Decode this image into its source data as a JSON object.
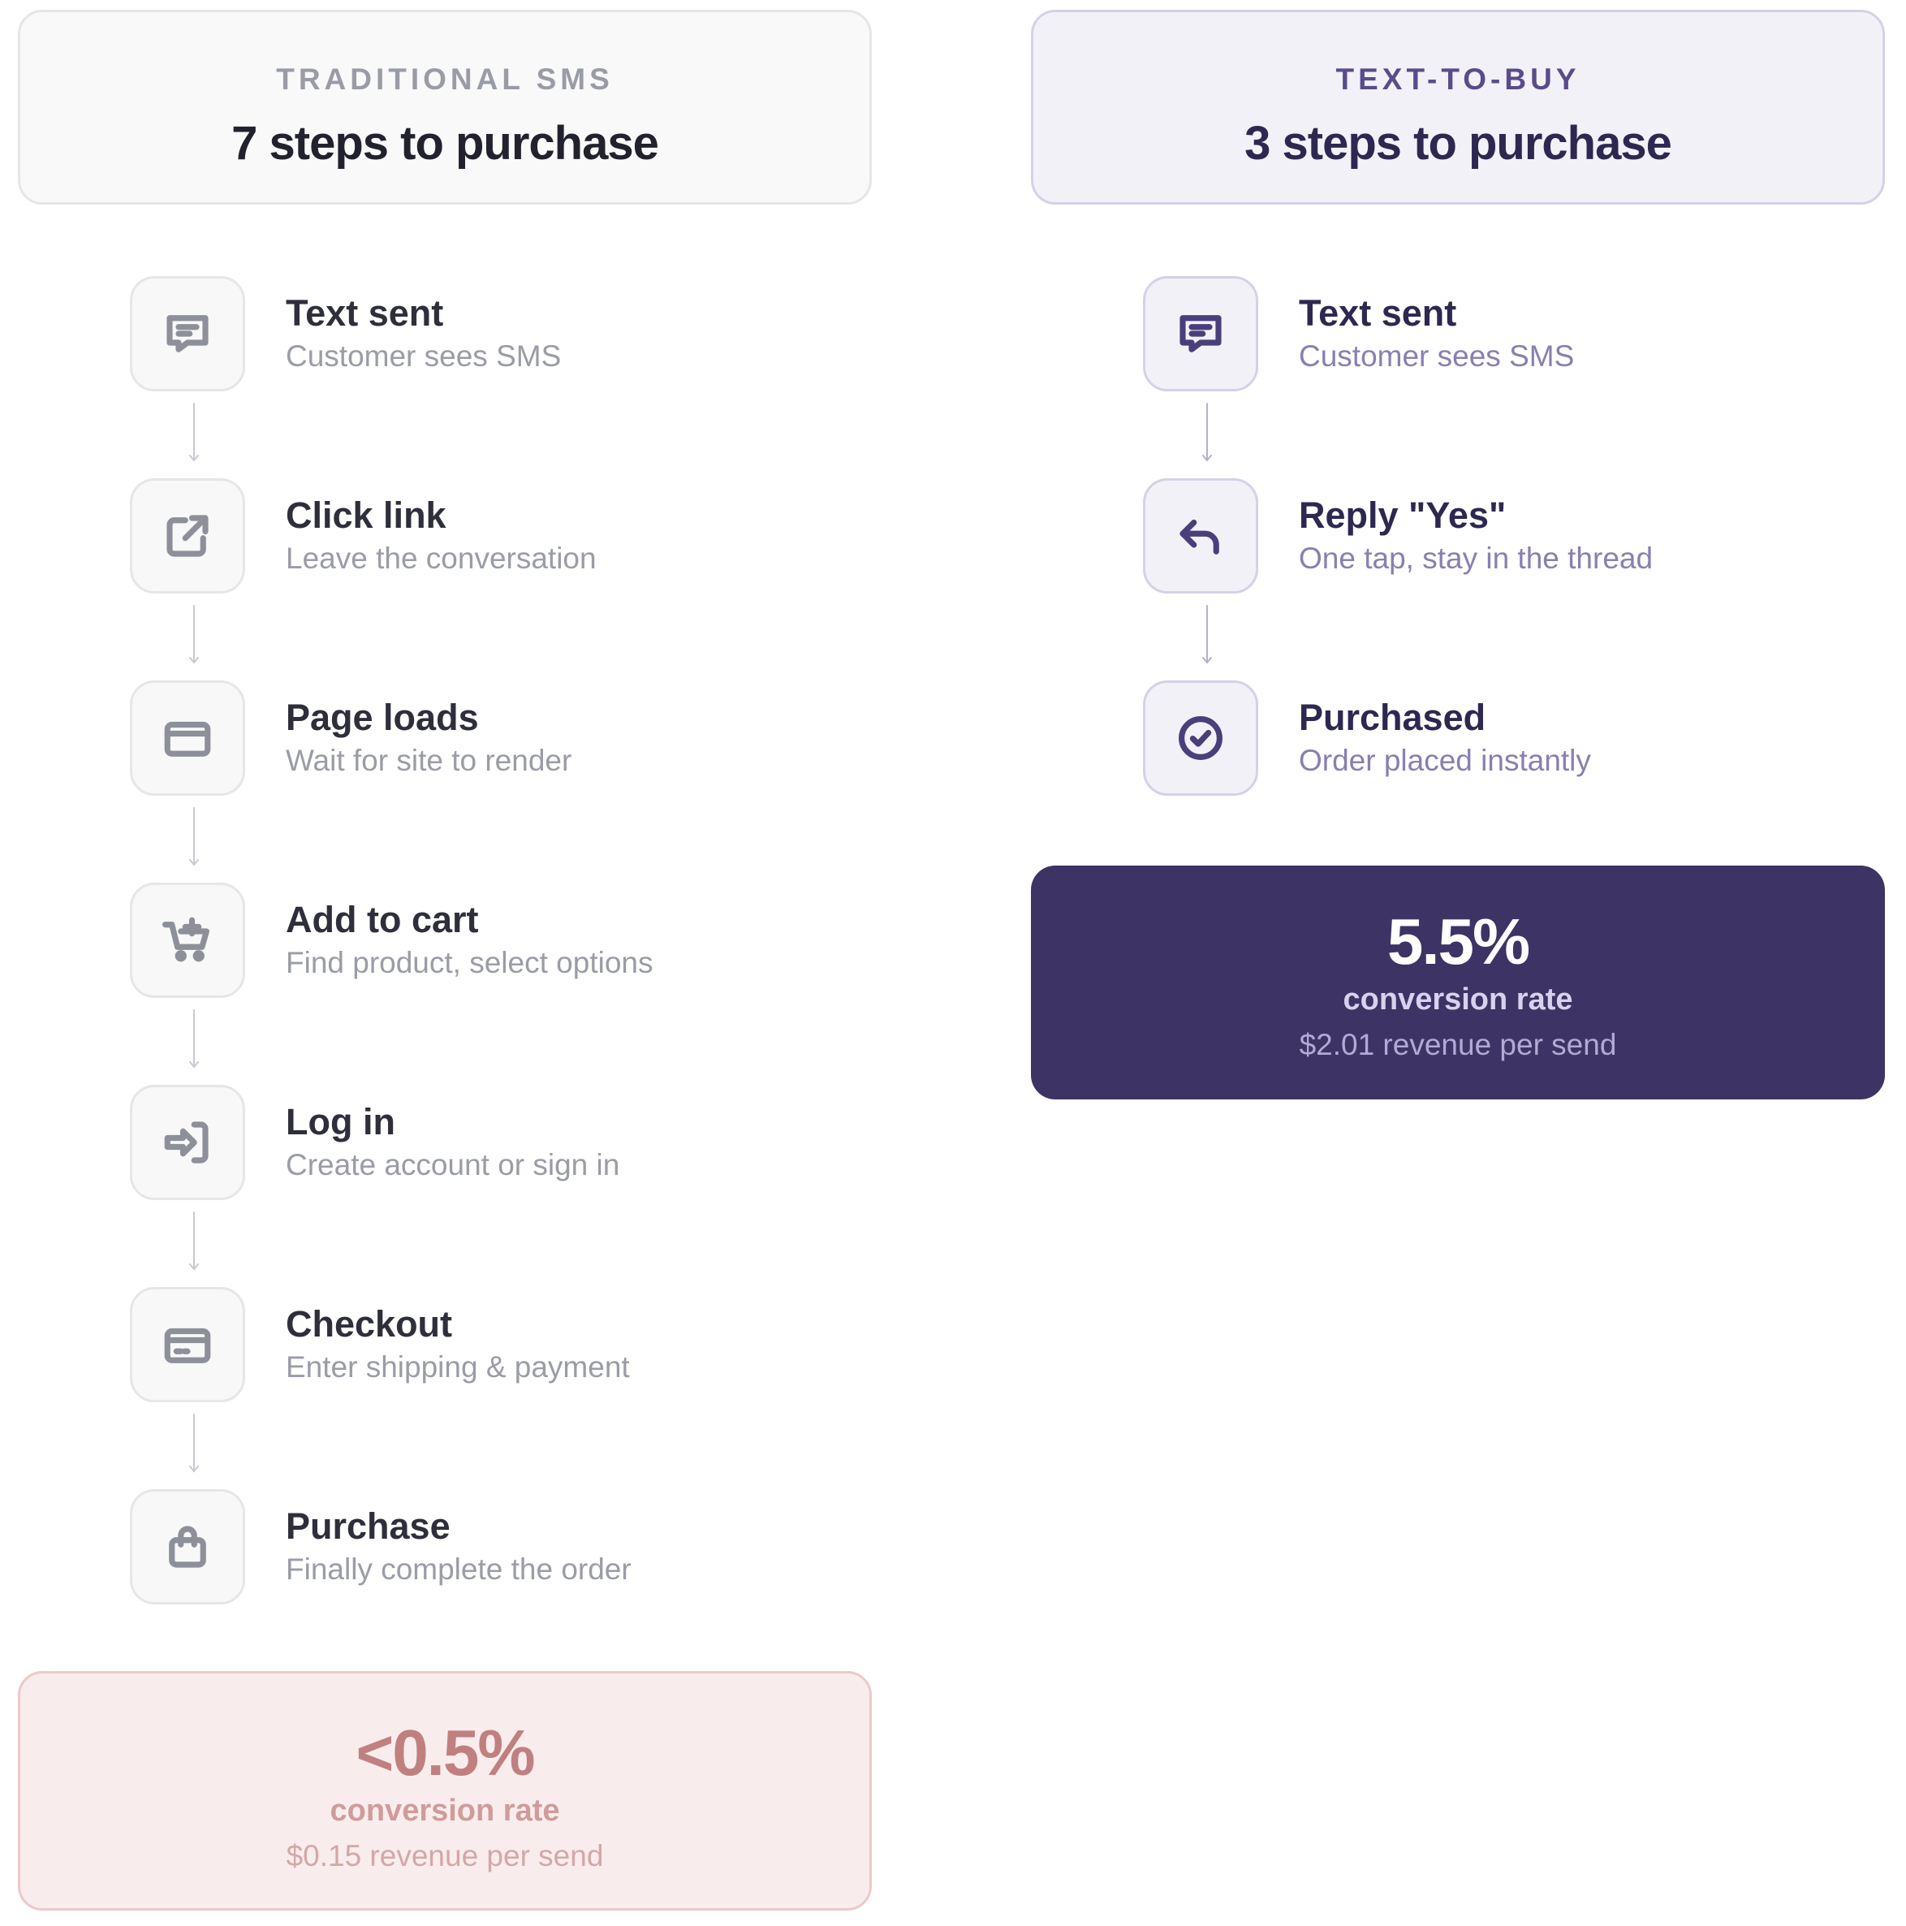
{
  "traditional": {
    "kicker": "TRADITIONAL SMS",
    "title": "7 steps to purchase",
    "steps": [
      {
        "label": "Text sent",
        "sub": "Customer sees SMS",
        "icon": "message-icon"
      },
      {
        "label": "Click link",
        "sub": "Leave the conversation",
        "icon": "external-link-icon"
      },
      {
        "label": "Page loads",
        "sub": "Wait for site to render",
        "icon": "browser-window-icon"
      },
      {
        "label": "Add to cart",
        "sub": "Find product, select options",
        "icon": "cart-plus-icon"
      },
      {
        "label": "Log in",
        "sub": "Create account or sign in",
        "icon": "login-icon"
      },
      {
        "label": "Checkout",
        "sub": "Enter shipping & payment",
        "icon": "credit-card-icon"
      },
      {
        "label": "Purchase",
        "sub": "Finally complete the order",
        "icon": "shopping-bag-icon"
      }
    ],
    "result": {
      "value": "<0.5%",
      "rate_label": "conversion rate",
      "revenue": "$0.15 revenue per send"
    }
  },
  "text_to_buy": {
    "kicker": "TEXT-TO-BUY",
    "title": "3 steps to purchase",
    "steps": [
      {
        "label": "Text sent",
        "sub": "Customer sees SMS",
        "icon": "message-icon"
      },
      {
        "label": "Reply \"Yes\"",
        "sub": "One tap, stay in the thread",
        "icon": "reply-icon"
      },
      {
        "label": "Purchased",
        "sub": "Order placed instantly",
        "icon": "check-circle-icon"
      }
    ],
    "result": {
      "value": "5.5%",
      "rate_label": "conversion rate",
      "revenue": "$2.01 revenue per send"
    }
  },
  "colors": {
    "accent_dark": "#3d3364",
    "accent_light": "#f3f1f8",
    "bad_bg": "#f9ecec",
    "bad_text": "#c08080",
    "neutral_text": "#2e2f3b"
  }
}
